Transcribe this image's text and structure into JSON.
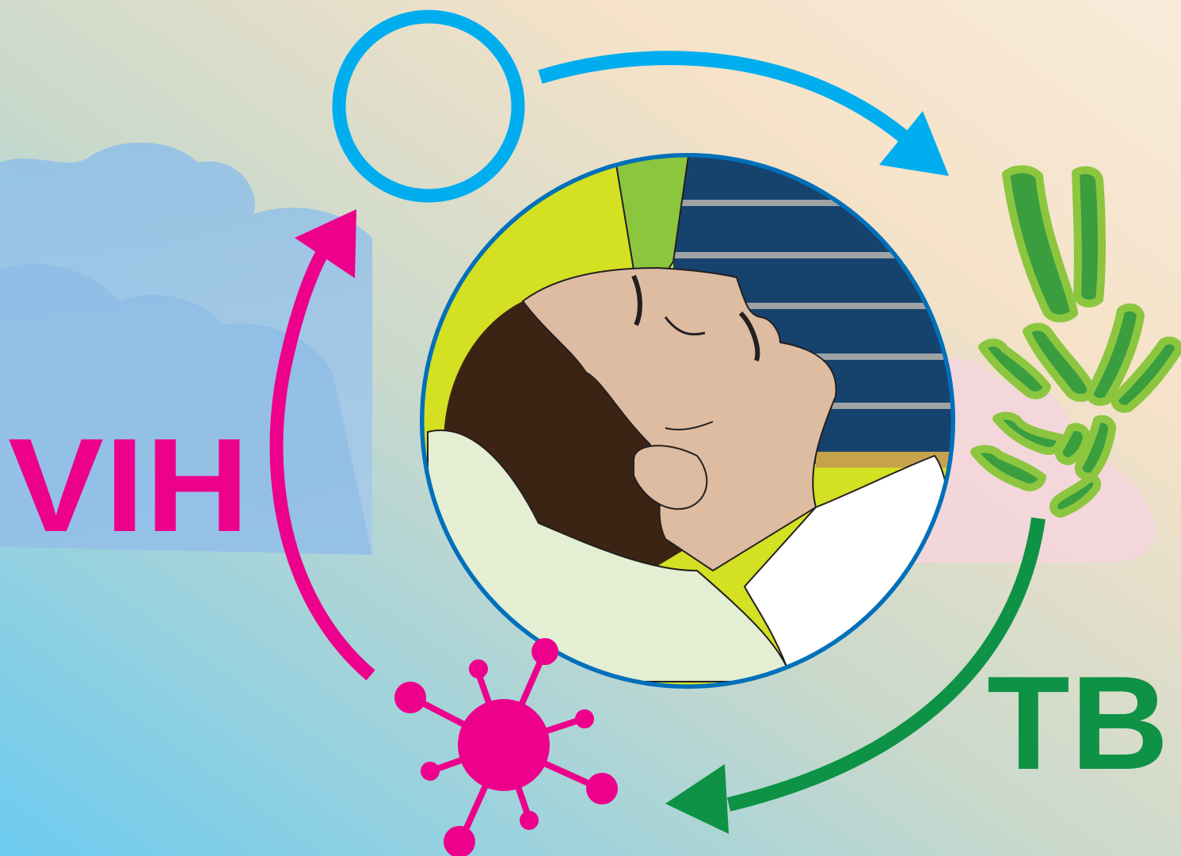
{
  "labels": {
    "hiv": "VIH",
    "tb": "TB"
  },
  "colors": {
    "hiv": "#EC008C",
    "tb": "#0E9245",
    "cycle_blue": "#00AEEF",
    "bacteria_fill": "#3A9E3F",
    "bacteria_outline": "#8CC63F",
    "window_blinds": "#16436D",
    "wall": "#D4E022",
    "skin": "#DDBCA1",
    "hair": "#3C2415",
    "pillow": "#E4EED3"
  },
  "icons": {
    "hiv": "virus-icon",
    "tb": "tb-bacteria-icon",
    "patient": "sick-patient-in-bed",
    "empty_node": "empty-circle-node"
  }
}
